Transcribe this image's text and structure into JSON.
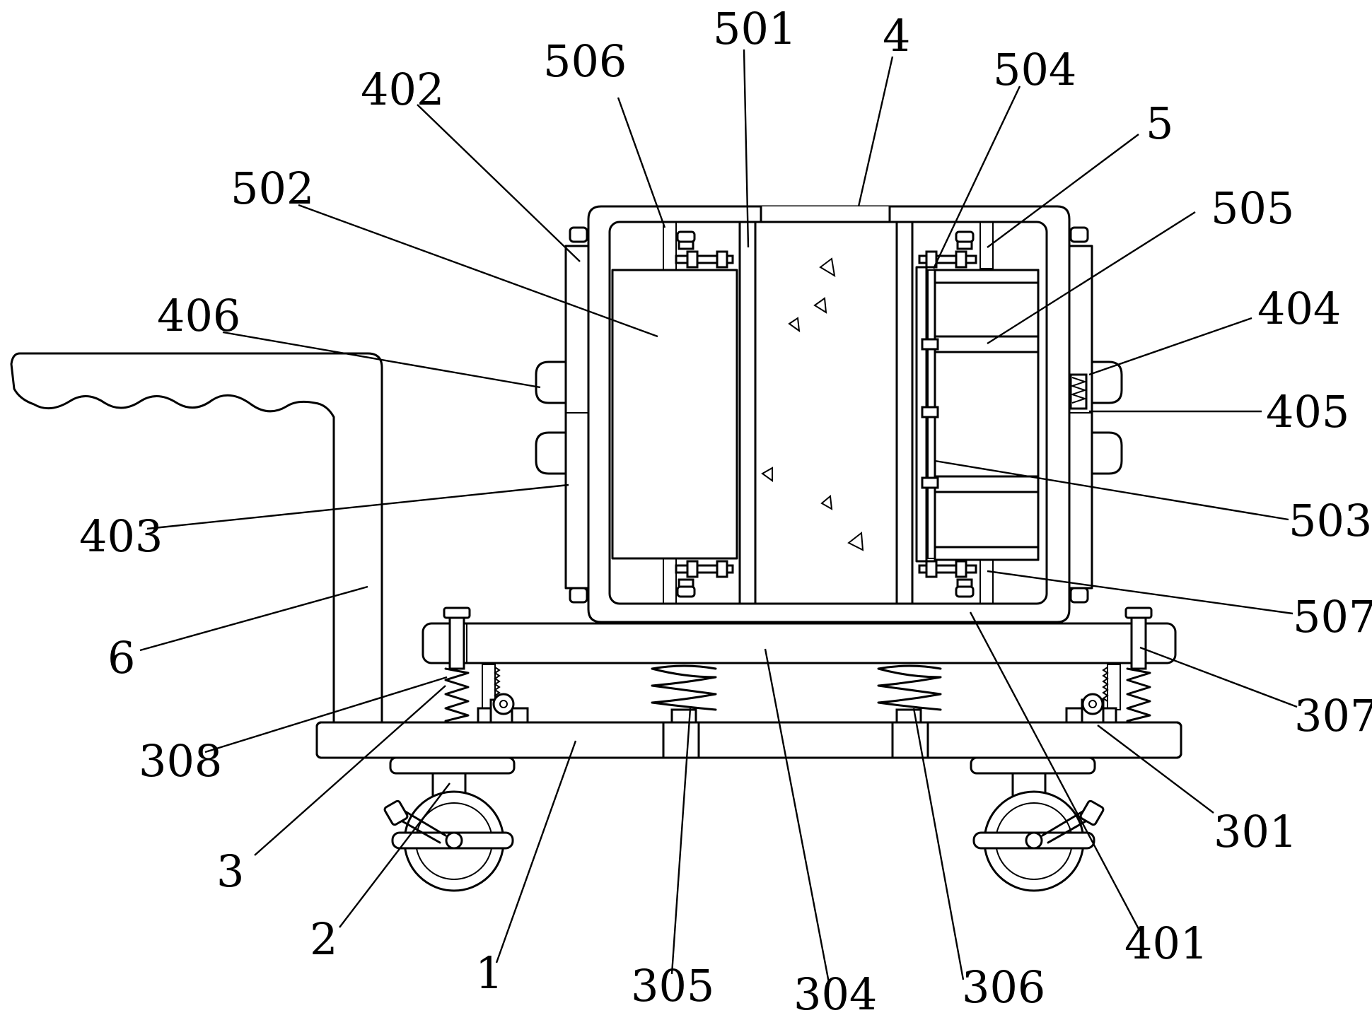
{
  "figure": {
    "labels": [
      {
        "id": "501",
        "text": "501"
      },
      {
        "id": "4",
        "text": "4"
      },
      {
        "id": "506",
        "text": "506"
      },
      {
        "id": "504",
        "text": "504"
      },
      {
        "id": "402",
        "text": "402"
      },
      {
        "id": "5",
        "text": "5"
      },
      {
        "id": "502",
        "text": "502"
      },
      {
        "id": "505",
        "text": "505"
      },
      {
        "id": "406",
        "text": "406"
      },
      {
        "id": "404",
        "text": "404"
      },
      {
        "id": "405",
        "text": "405"
      },
      {
        "id": "403",
        "text": "403"
      },
      {
        "id": "503",
        "text": "503"
      },
      {
        "id": "6",
        "text": "6"
      },
      {
        "id": "507",
        "text": "507"
      },
      {
        "id": "307",
        "text": "307"
      },
      {
        "id": "308",
        "text": "308"
      },
      {
        "id": "301",
        "text": "301"
      },
      {
        "id": "3",
        "text": "3"
      },
      {
        "id": "2",
        "text": "2"
      },
      {
        "id": "1",
        "text": "1"
      },
      {
        "id": "305",
        "text": "305"
      },
      {
        "id": "304",
        "text": "304"
      },
      {
        "id": "306",
        "text": "306"
      },
      {
        "id": "401",
        "text": "401"
      }
    ]
  }
}
